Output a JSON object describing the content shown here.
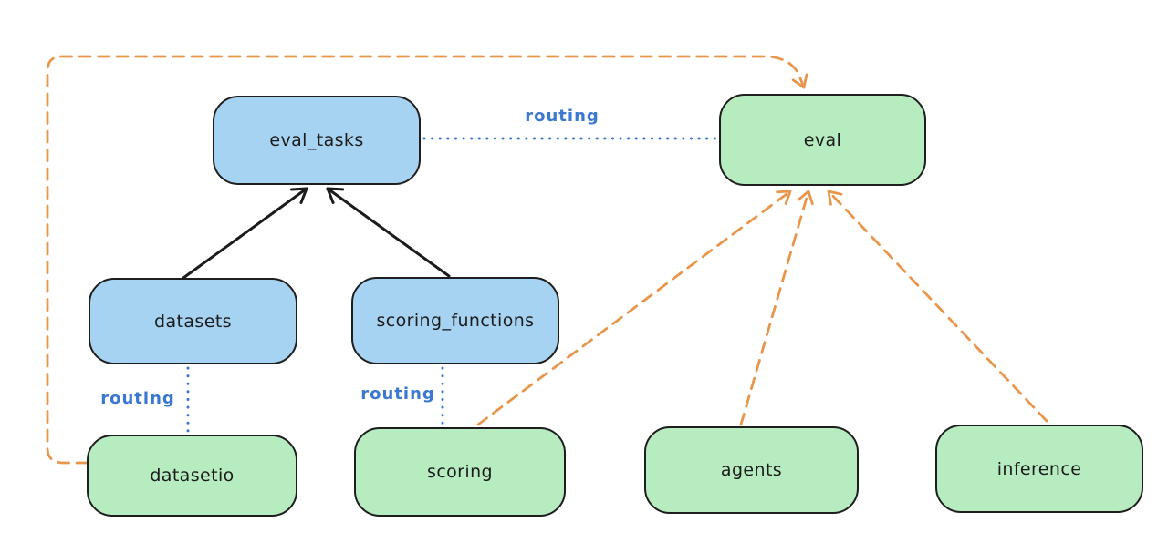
{
  "diagram": {
    "type": "flow-diagram",
    "style": "hand-drawn",
    "nodes": [
      {
        "id": "eval_tasks",
        "label": "eval_tasks",
        "variant": "blue"
      },
      {
        "id": "eval",
        "label": "eval",
        "variant": "green"
      },
      {
        "id": "datasets",
        "label": "datasets",
        "variant": "blue"
      },
      {
        "id": "scoring_functions",
        "label": "scoring_functions",
        "variant": "blue"
      },
      {
        "id": "datasetio",
        "label": "datasetio",
        "variant": "green"
      },
      {
        "id": "scoring",
        "label": "scoring",
        "variant": "green"
      },
      {
        "id": "agents",
        "label": "agents",
        "variant": "green"
      },
      {
        "id": "inference",
        "label": "inference",
        "variant": "green"
      }
    ],
    "edges": [
      {
        "from": "datasets",
        "to": "eval_tasks",
        "style": "solid",
        "color": "black",
        "arrowhead": true
      },
      {
        "from": "scoring_functions",
        "to": "eval_tasks",
        "style": "solid",
        "color": "black",
        "arrowhead": true
      },
      {
        "from": "eval_tasks",
        "to": "eval",
        "style": "dotted",
        "color": "blue",
        "arrowhead": false,
        "label": "routing"
      },
      {
        "from": "datasets",
        "to": "datasetio",
        "style": "dotted",
        "color": "blue",
        "arrowhead": false,
        "label": "routing"
      },
      {
        "from": "scoring_functions",
        "to": "scoring",
        "style": "dotted",
        "color": "blue",
        "arrowhead": false,
        "label": "routing"
      },
      {
        "from": "datasetio",
        "to": "eval",
        "style": "dashed",
        "color": "orange",
        "arrowhead": true
      },
      {
        "from": "scoring",
        "to": "eval",
        "style": "dashed",
        "color": "orange",
        "arrowhead": true
      },
      {
        "from": "agents",
        "to": "eval",
        "style": "dashed",
        "color": "orange",
        "arrowhead": true
      },
      {
        "from": "inference",
        "to": "eval",
        "style": "dashed",
        "color": "orange",
        "arrowhead": true
      }
    ],
    "colors": {
      "background": "#ffffff",
      "node_blue_fill": "#a7d3f3",
      "node_green_fill": "#b7ecc1",
      "node_border": "#1e1e1e",
      "solid_arrow": "#1b1b1b",
      "dashed_arrow_orange": "#e8964b",
      "routing_blue": "#3b78cf"
    }
  }
}
